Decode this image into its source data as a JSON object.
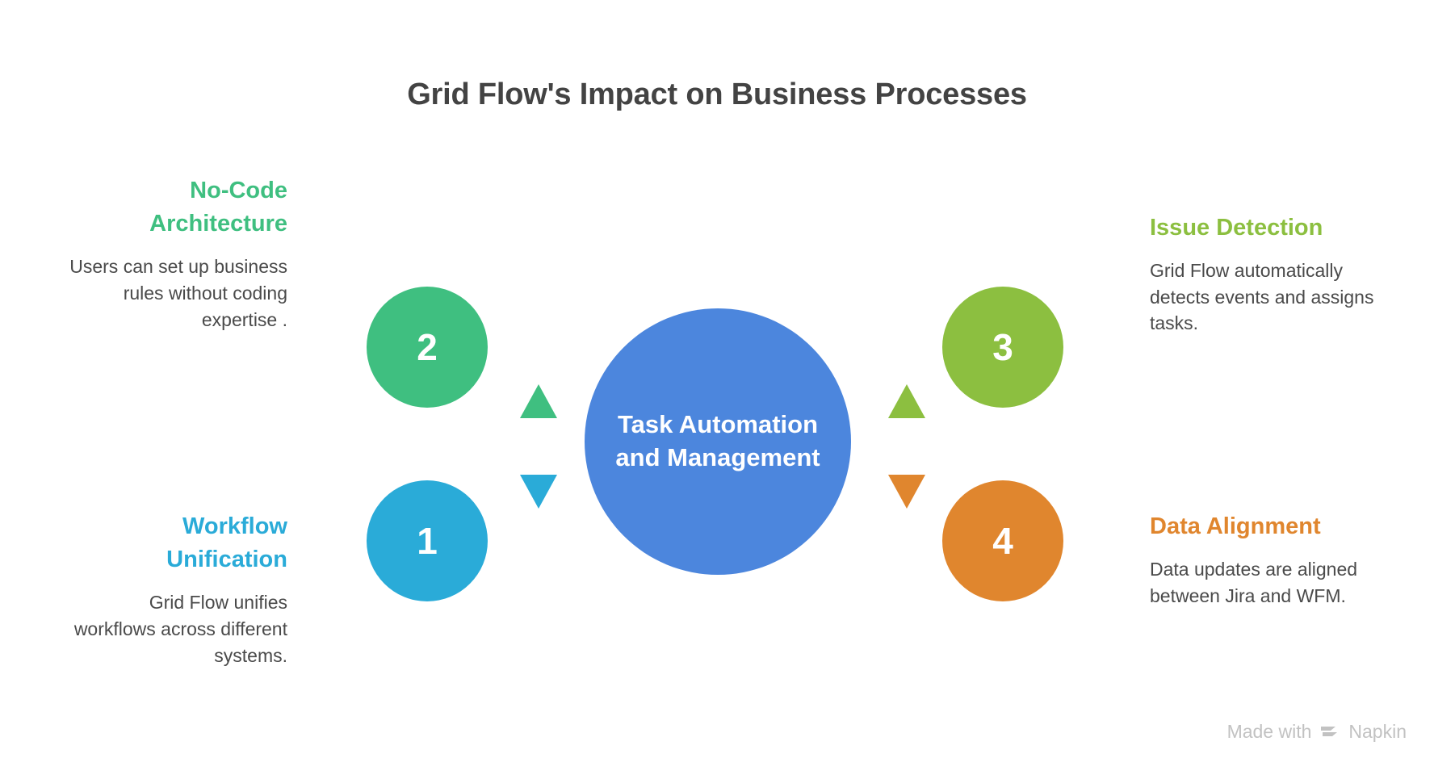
{
  "title": "Grid Flow's Impact on Business Processes",
  "colors": {
    "title": "#434343",
    "green": "#3fbf80",
    "blue": "#2aabd8",
    "olive": "#8cbf40",
    "orange": "#e0862e",
    "center_blue": "#4c86dd",
    "body_text": "#4a4a4a",
    "watermark": "#c2c2c2",
    "background": "#ffffff"
  },
  "center": {
    "label": "Task Automation and Management",
    "color": "#4c86dd"
  },
  "nodes": {
    "no_code": {
      "number": "2",
      "heading": "No-Code Architecture",
      "body": "Users can set up business rules without coding expertise .",
      "color": "#3fbf80"
    },
    "workflow": {
      "number": "1",
      "heading": "Workflow Unification",
      "body": "Grid Flow unifies workflows across different systems.",
      "color": "#2aabd8"
    },
    "issue": {
      "number": "3",
      "heading": "Issue Detection",
      "body": "Grid Flow automatically detects events and assigns tasks.",
      "color": "#8cbf40"
    },
    "data": {
      "number": "4",
      "heading": "Data Alignment",
      "body": "Data updates are aligned between Jira and WFM.",
      "color": "#e0862e"
    }
  },
  "connectors": {
    "left_up": "triangle-up-green",
    "left_down": "triangle-down-blue",
    "right_up": "triangle-up-olive",
    "right_down": "triangle-down-orange"
  },
  "watermark": {
    "prefix": "Made with",
    "brand": "Napkin",
    "icon": "napkin-logo-icon"
  },
  "chart_data": {
    "type": "diagram",
    "title": "Grid Flow's Impact on Business Processes",
    "center": "Task Automation and Management",
    "nodes": [
      {
        "number": 1,
        "label": "Workflow Unification",
        "description": "Grid Flow unifies workflows across different systems.",
        "color": "#2aabd8",
        "position": "bottom-left"
      },
      {
        "number": 2,
        "label": "No-Code Architecture",
        "description": "Users can set up business rules without coding expertise .",
        "color": "#3fbf80",
        "position": "top-left"
      },
      {
        "number": 3,
        "label": "Issue Detection",
        "description": "Grid Flow automatically detects events and assigns tasks.",
        "color": "#8cbf40",
        "position": "top-right"
      },
      {
        "number": 4,
        "label": "Data Alignment",
        "description": "Data updates are aligned between Jira and WFM.",
        "color": "#e0862e",
        "position": "bottom-right"
      }
    ]
  }
}
